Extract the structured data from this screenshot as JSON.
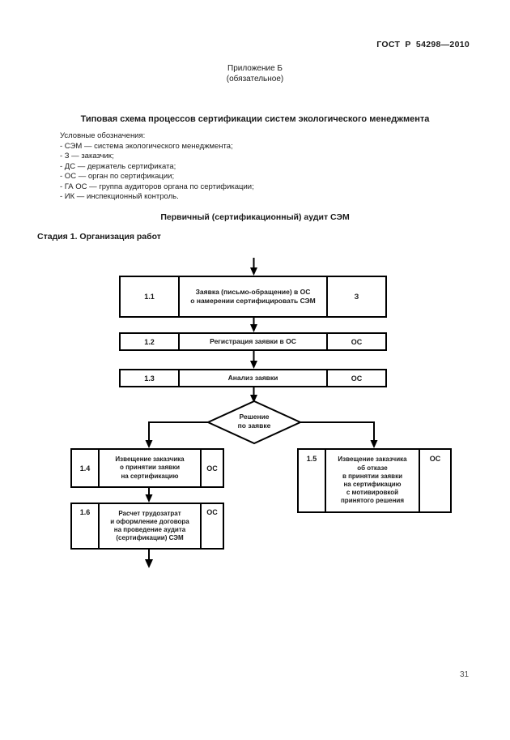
{
  "page": {
    "header_right": "ГОСТ Р 54298—2010",
    "annex_line1": "Приложение Б",
    "annex_line2": "(обязательное)",
    "title": "Типовая схема процессов сертификации систем экологического менеджмента",
    "page_number": "31"
  },
  "legend": {
    "heading": "Условные обозначения:",
    "items": [
      "- СЭМ — система экологического менеджмента;",
      "- З — заказчик;",
      "- ДС — держатель сертификата;",
      "- ОС — орган по сертификации;",
      "- ГА ОС — группа аудиторов органа по сертификации;",
      "- ИК — инспекционный контроль."
    ]
  },
  "section": {
    "audit_title": "Первичный (сертификационный) аудит СЭМ",
    "stage_title": "Стадия 1. Организация работ"
  },
  "flowchart": {
    "decision_label": "Решение\nпо заявке",
    "line_color": "#000000",
    "steps": [
      {
        "num": "1.1",
        "text": "Заявка (письмо-обращение) в ОС\nо намерении сертифицировать СЭМ",
        "actor": "З"
      },
      {
        "num": "1.2",
        "text": "Регистрация заявки в ОС",
        "actor": "ОС"
      },
      {
        "num": "1.3",
        "text": "Анализ заявки",
        "actor": "ОС"
      },
      {
        "num": "1.4",
        "text": "Извещение заказчика\nо принятии заявки\nна сертификацию",
        "actor": "ОС"
      },
      {
        "num": "1.5",
        "text": "Извещение заказчика\nоб отказе\nв принятии заявки\nна сертификацию\nс мотивировкой\nпринятого решения",
        "actor": "ОС"
      },
      {
        "num": "1.6",
        "text": "Расчет трудозатрат\nи оформление договора\nна проведение аудита\n(сертификации) СЭМ",
        "actor": "ОС"
      }
    ]
  }
}
